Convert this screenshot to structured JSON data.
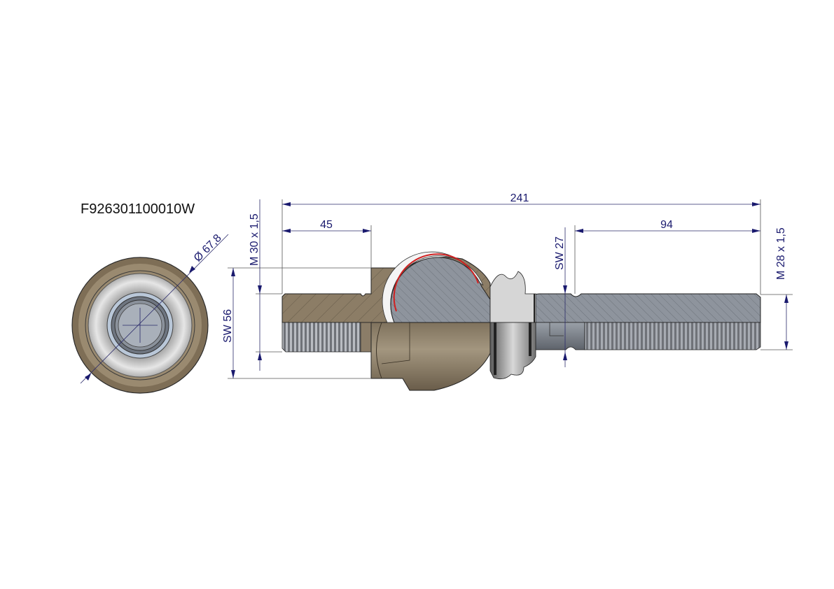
{
  "part_number": "F926301100010W",
  "dimensions": {
    "overall_length": "241",
    "left_thread_length": "45",
    "right_thread_length": "94",
    "left_thread": "M 30 x 1,5",
    "right_thread": "M 28 x 1,5",
    "housing_wrench": "SW 56",
    "stud_wrench": "SW 27",
    "housing_diameter": "Ø 67,8"
  },
  "colors": {
    "dimension": "#1a1a6e",
    "housing": "#8a7a62",
    "stud": "#8d939c",
    "liner": "#d02020"
  }
}
